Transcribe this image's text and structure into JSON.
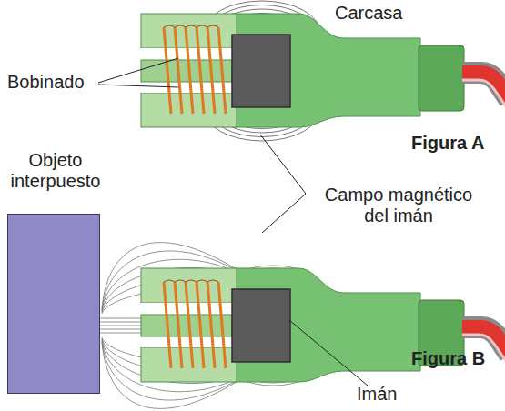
{
  "diagram": {
    "nodes": [
      {
        "text": [
          "Objeto interpuesto"
        ]
      }
    ],
    "labels": [
      "Carcasa",
      "Bobinado",
      "Figura A",
      "Campo magnético del imán",
      "Figura B",
      "Imán"
    ]
  }
}
